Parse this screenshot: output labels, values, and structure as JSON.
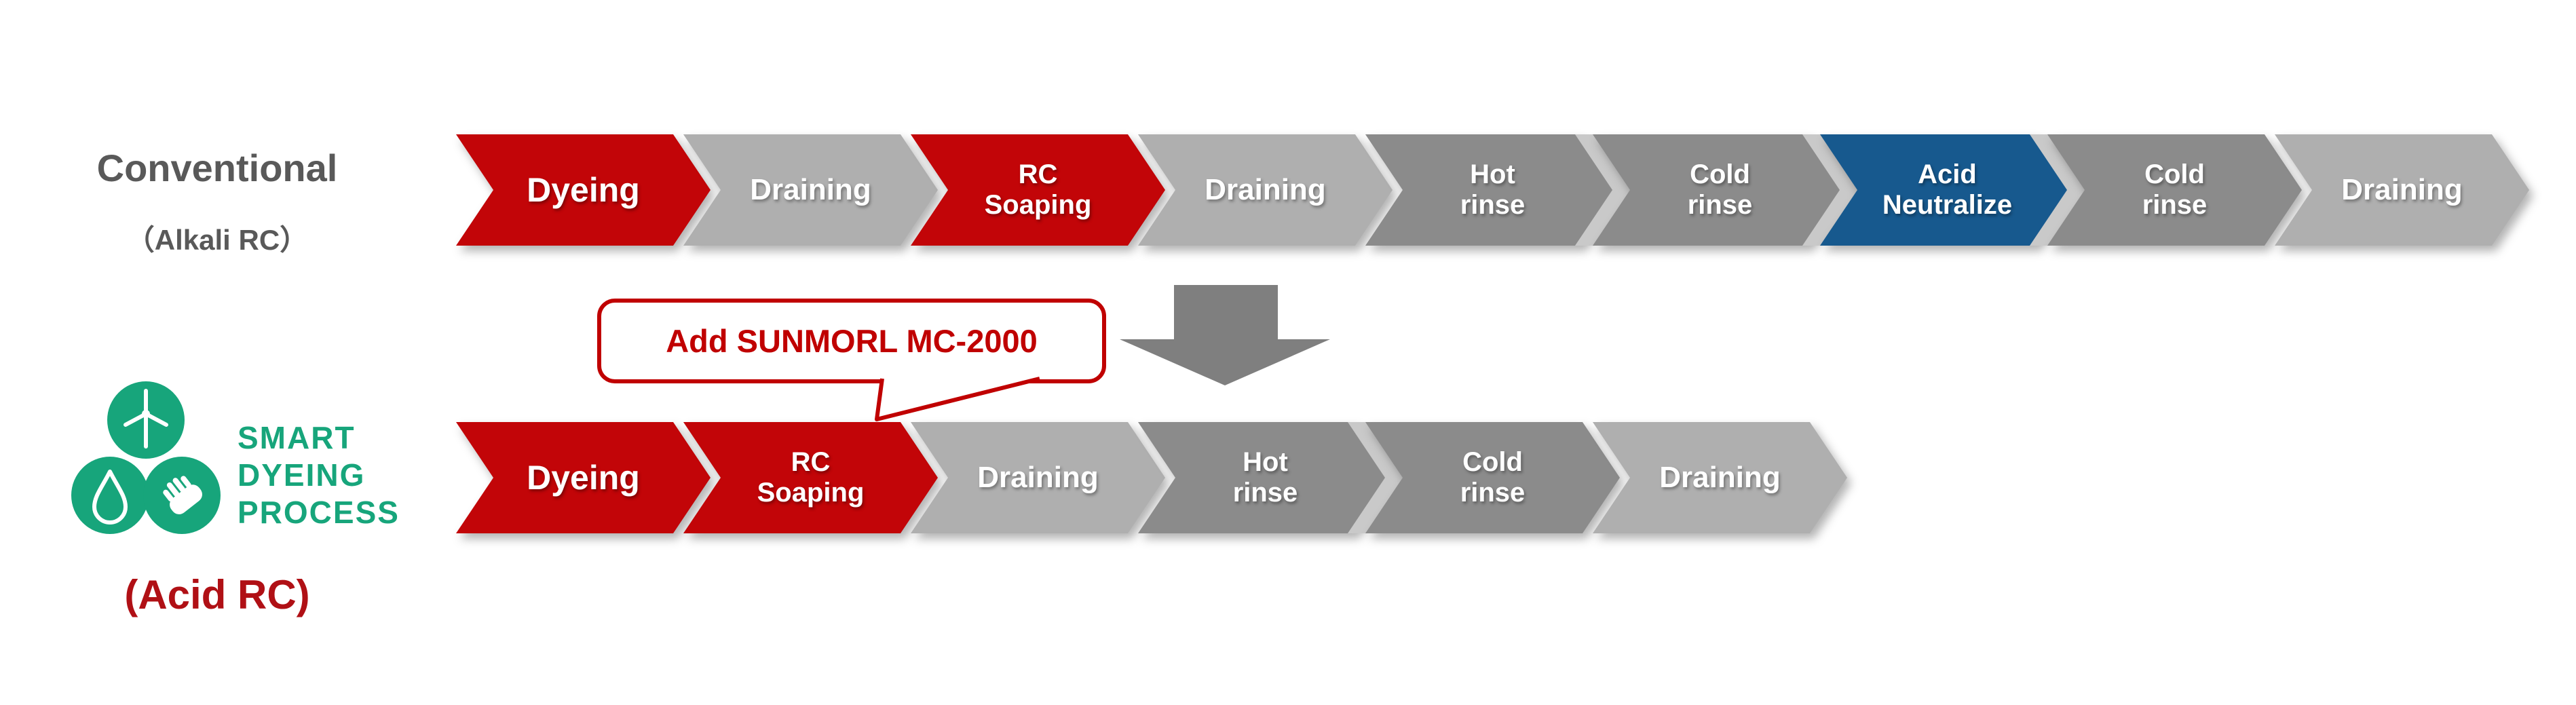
{
  "page": {
    "background": "#FFFFFF"
  },
  "colors": {
    "process_red": "#C20508",
    "light_gray": "#AFAFAF",
    "dark_gray": "#8B8B8B",
    "process_blue": "#17598E",
    "echo_gray": "#C9C9C9",
    "down_arrow_gray": "#7F7F7F",
    "title_gray": "#595959",
    "brand_green": "#17A57B",
    "acid_red": "#B01015",
    "callout_red": "#C00000"
  },
  "conventional": {
    "title": "Conventional",
    "subtitle": "（Alkali RC）",
    "steps": [
      {
        "label": "Dyeing",
        "type": "red",
        "lines": [
          "Dyeing"
        ]
      },
      {
        "label": "Draining",
        "type": "light",
        "lines": [
          "Draining"
        ]
      },
      {
        "label": "RC Soaping",
        "type": "red",
        "lines": [
          "RC",
          "Soaping"
        ]
      },
      {
        "label": "Draining",
        "type": "light",
        "lines": [
          "Draining"
        ]
      },
      {
        "label": "Hot rinse",
        "type": "dark",
        "lines": [
          "Hot",
          "rinse"
        ]
      },
      {
        "label": "Cold rinse",
        "type": "dark",
        "lines": [
          "Cold",
          "rinse"
        ],
        "echo": true
      },
      {
        "label": "Acid Neutralize",
        "type": "blue",
        "lines": [
          "Acid",
          "Neutralize"
        ],
        "echo": true
      },
      {
        "label": "Cold rinse",
        "type": "dark",
        "lines": [
          "Cold",
          "rinse"
        ],
        "echo": true
      },
      {
        "label": "Draining",
        "type": "light",
        "lines": [
          "Draining"
        ]
      }
    ]
  },
  "smart": {
    "brand": {
      "line1": "SMART",
      "line2": "DYEING",
      "line3": "PROCESS"
    },
    "subtitle": "(Acid RC)",
    "steps": [
      {
        "label": "Dyeing",
        "type": "red",
        "lines": [
          "Dyeing"
        ]
      },
      {
        "label": "RC Soaping",
        "type": "red",
        "lines": [
          "RC",
          "Soaping"
        ]
      },
      {
        "label": "Draining",
        "type": "light",
        "lines": [
          "Draining"
        ]
      },
      {
        "label": "Hot rinse",
        "type": "dark",
        "lines": [
          "Hot",
          "rinse"
        ]
      },
      {
        "label": "Cold rinse",
        "type": "dark",
        "lines": [
          "Cold",
          "rinse"
        ],
        "echo": true
      },
      {
        "label": "Draining",
        "type": "light",
        "lines": [
          "Draining"
        ]
      }
    ]
  },
  "callout": {
    "text": "Add SUNMORL MC-2000"
  },
  "icons": {
    "transform": "down-arrow-icon",
    "logo_circles": [
      "wind-turbine-icon",
      "water-drop-icon",
      "hand-icon"
    ]
  }
}
